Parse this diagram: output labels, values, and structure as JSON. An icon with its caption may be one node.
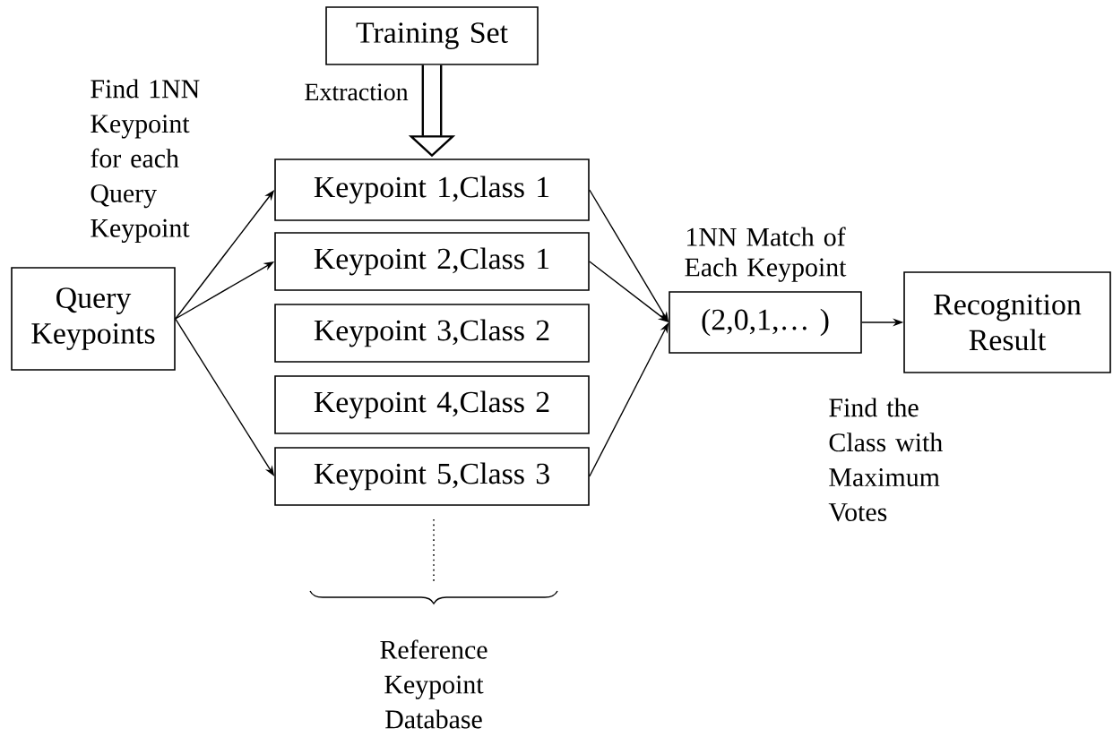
{
  "diagram": {
    "nodes": [
      {
        "text": [
          "Training Set"
        ]
      },
      {
        "text": [
          "Query Keypoints"
        ]
      },
      {
        "text": [
          "Keypoint 1,Class 1"
        ]
      },
      {
        "text": [
          "Keypoint 2,Class 1"
        ]
      },
      {
        "text": [
          "Keypoint 3,Class 2"
        ]
      },
      {
        "text": [
          "Keypoint 4,Class 2"
        ]
      },
      {
        "text": [
          "Keypoint 5,Class 3"
        ]
      },
      {
        "text": [
          "(2,0,1,… )"
        ],
        "beside": [
          "1NN Match of Each Keypoint"
        ]
      },
      {
        "text": [
          "Recognition Result"
        ]
      }
    ],
    "edges": [
      {
        "from": 0,
        "to": 2,
        "arrow": "to",
        "label": "Extraction",
        "style": "thick"
      },
      {
        "from": 1,
        "to": 2,
        "arrow": "to"
      },
      {
        "from": 1,
        "to": 3,
        "arrow": "to"
      },
      {
        "from": 1,
        "to": 6,
        "arrow": "to"
      },
      {
        "from": 2,
        "to": 7,
        "arrow": "to"
      },
      {
        "from": 3,
        "to": 7,
        "arrow": "to"
      },
      {
        "from": 6,
        "to": 7,
        "arrow": "to"
      },
      {
        "from": 7,
        "to": 8,
        "arrow": "to"
      }
    ],
    "labels": [
      "Find 1NN Keypoint for each Query Keypoint",
      "Find the Class with Maximum Votes",
      "Reference Keypoint Database"
    ]
  }
}
